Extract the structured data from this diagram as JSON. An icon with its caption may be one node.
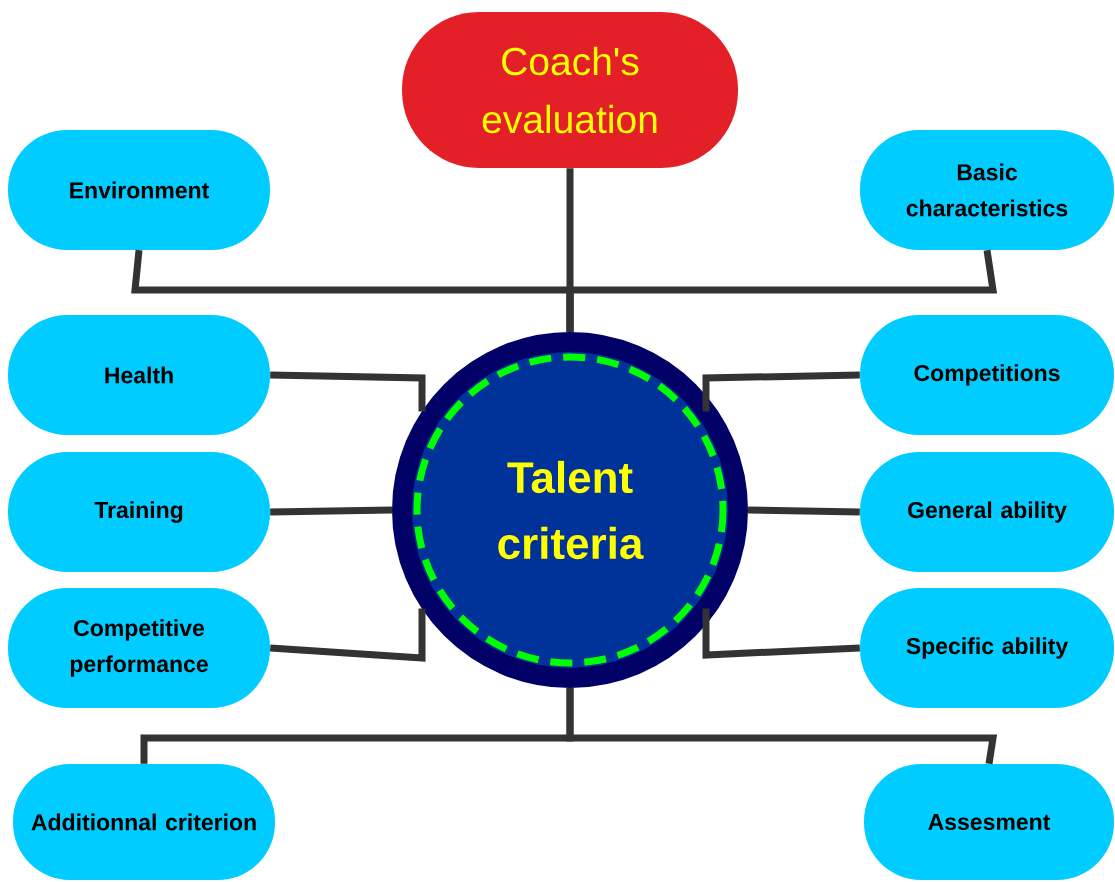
{
  "diagram": {
    "nodes": [
      {
        "text": [
          "Coach's evaluation"
        ]
      },
      {
        "text": [
          "Environment"
        ]
      },
      {
        "text": [
          "Basic characteristics"
        ]
      },
      {
        "text": [
          "Talent criteria"
        ]
      },
      {
        "text": [
          "Health"
        ]
      },
      {
        "text": [
          "Competitions"
        ]
      },
      {
        "text": [
          "Training"
        ]
      },
      {
        "text": [
          "General ability"
        ]
      },
      {
        "text": [
          "Competitive performance"
        ]
      },
      {
        "text": [
          "Specific ability"
        ]
      },
      {
        "text": [
          "Additionnal criterion"
        ]
      },
      {
        "text": [
          "Assesment"
        ]
      }
    ],
    "edges": [
      {
        "from": 0,
        "to": 3,
        "arrow": "none"
      },
      {
        "from": 1,
        "to": 3,
        "arrow": "none"
      },
      {
        "from": 2,
        "to": 3,
        "arrow": "none"
      },
      {
        "from": 4,
        "to": 3,
        "arrow": "none"
      },
      {
        "from": 5,
        "to": 3,
        "arrow": "none"
      },
      {
        "from": 6,
        "to": 3,
        "arrow": "none"
      },
      {
        "from": 7,
        "to": 3,
        "arrow": "none"
      },
      {
        "from": 8,
        "to": 3,
        "arrow": "none"
      },
      {
        "from": 9,
        "to": 3,
        "arrow": "none"
      },
      {
        "from": 10,
        "to": 3,
        "arrow": "none"
      },
      {
        "from": 11,
        "to": 3,
        "arrow": "none"
      }
    ]
  }
}
